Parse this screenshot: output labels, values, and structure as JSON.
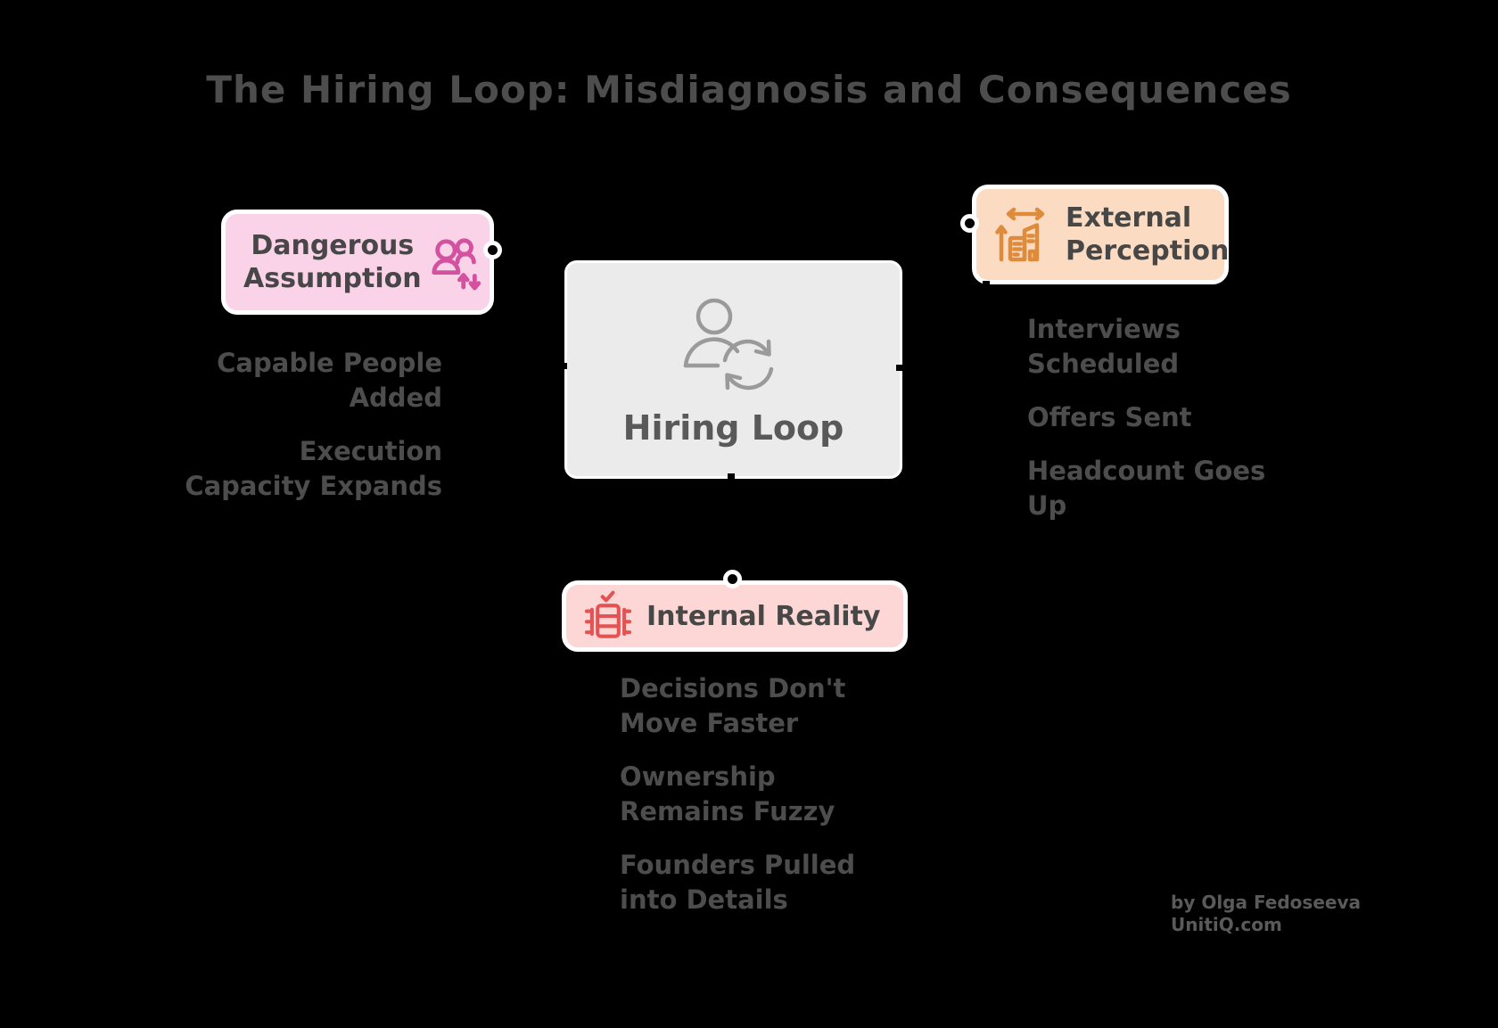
{
  "title": "The Hiring Loop: Misdiagnosis and Consequences",
  "colors": {
    "background": "#000000",
    "title_text": "#4d4d4d",
    "body_text": "#4d4d4d",
    "center_box_bg": "#ebebeb",
    "center_icon": "#9a9a9a",
    "dangerous_box_bg": "#fbd3e9",
    "dangerous_icon": "#d3519f",
    "external_box_bg": "#fbdcc2",
    "external_icon": "#de8b3c",
    "internal_box_bg": "#fdd7d5",
    "internal_icon": "#e25454",
    "box_border": "#ffffff",
    "attribution_text": "#5a5a5a"
  },
  "center_node": {
    "label": "Hiring Loop",
    "icon": "person-refresh-icon"
  },
  "nodes": {
    "dangerous_assumption": {
      "label": "Dangerous\nAssumption",
      "icon": "people-trend-arrows-icon"
    },
    "external_perception": {
      "label": "External\nPerception",
      "icon": "company-growth-icon"
    },
    "internal_reality": {
      "label": "Internal Reality",
      "icon": "task-board-check-icon"
    }
  },
  "dangerous_assumption_items": [
    {
      "text": "Capable People\nAdded"
    },
    {
      "text": "Execution\nCapacity Expands"
    }
  ],
  "external_perception_items": [
    {
      "text": "Interviews\nScheduled"
    },
    {
      "text": "Offers Sent"
    },
    {
      "text": "Headcount Goes\nUp"
    }
  ],
  "internal_reality_items": [
    {
      "text": "Decisions Don't\nMove Faster"
    },
    {
      "text": "Ownership\nRemains Fuzzy"
    },
    {
      "text": "Founders Pulled\ninto Details"
    }
  ],
  "attribution": {
    "line1": "by Olga Fedoseeva",
    "line2": "UnitiQ.com"
  }
}
